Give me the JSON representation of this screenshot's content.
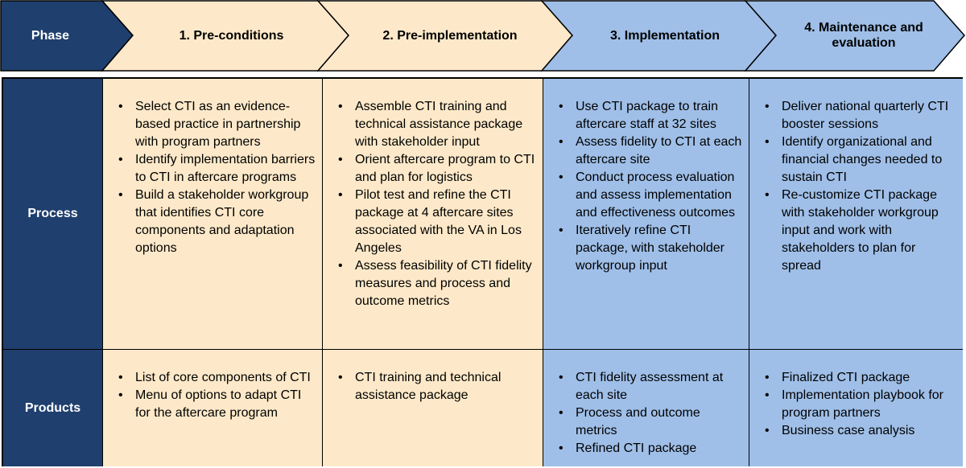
{
  "colors": {
    "header_dark": "#1f3f6e",
    "tan_fill": "#fde9c9",
    "blue_fill": "#9fbfe8",
    "border": "#000000"
  },
  "header": {
    "phase_label": "Phase",
    "phases": [
      "1. Pre-conditions",
      "2. Pre-implementation",
      "3. Implementation",
      "4. Maintenance and evaluation"
    ]
  },
  "rows": {
    "process_label": "Process",
    "products_label": "Products"
  },
  "process": [
    [
      "Select CTI as an evidence-based practice in partnership with program partners",
      "Identify implementation barriers to CTI in aftercare programs",
      "Build a stakeholder workgroup that identifies CTI core components and adaptation options"
    ],
    [
      "Assemble CTI training and technical assistance package with stakeholder input",
      "Orient aftercare program to CTI and plan for logistics",
      "Pilot test and refine the CTI package at 4 aftercare sites associated with the VA in Los Angeles",
      "Assess feasibility of CTI fidelity measures and process and outcome metrics"
    ],
    [
      "Use CTI package to train aftercare staff at 32 sites",
      "Assess fidelity to CTI at each aftercare site",
      "Conduct process evaluation and assess implementation and effectiveness outcomes",
      "Iteratively refine CTI package, with stakeholder workgroup input"
    ],
    [
      "Deliver national quarterly CTI booster sessions",
      "Identify organizational and financial changes needed to sustain CTI",
      "Re-customize CTI package with stakeholder workgroup input and work with stakeholders to plan for spread"
    ]
  ],
  "products": [
    [
      "List of core components of CTI",
      "Menu of options to adapt CTI for the aftercare program"
    ],
    [
      "CTI training and technical assistance package"
    ],
    [
      "CTI fidelity assessment at each site",
      "Process and outcome metrics",
      "Refined CTI package"
    ],
    [
      "Finalized CTI package",
      "Implementation playbook for program partners",
      "Business case analysis"
    ]
  ]
}
